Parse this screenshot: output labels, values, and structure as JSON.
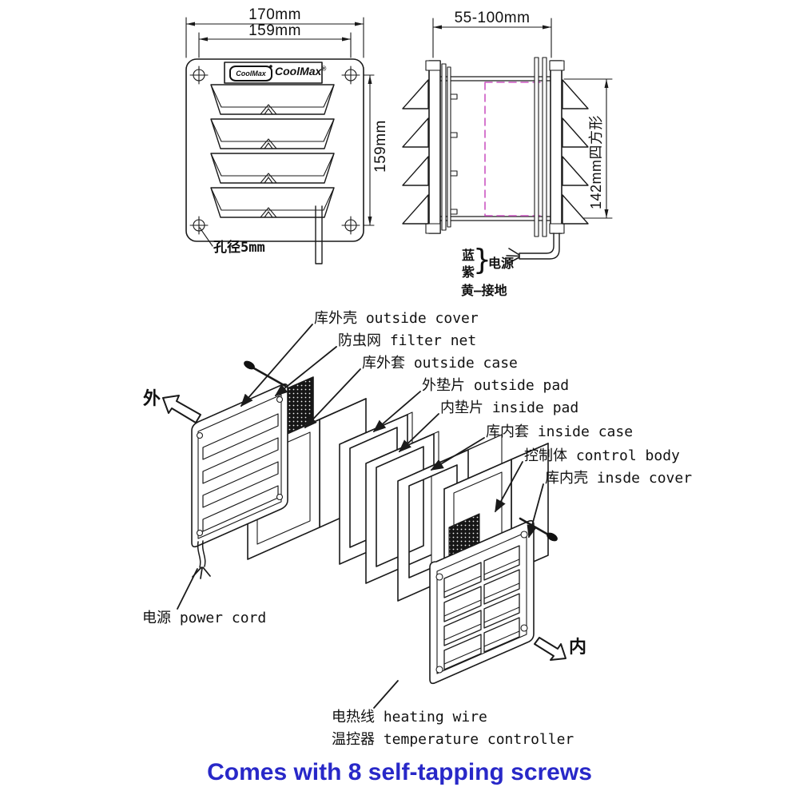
{
  "front_view": {
    "dim_width_outer": "170mm",
    "dim_width_inner": "159mm",
    "dim_height": "159mm",
    "hole_note": "孔径5mm",
    "logo_badge": "CoolMax",
    "logo_text": "CoolMax",
    "logo_reg": "®"
  },
  "side_view": {
    "dim_depth_range": "55-100mm",
    "dim_square": "142mm四方形",
    "wire_blue": "蓝",
    "wire_purple": "紫",
    "wire_brace": "}",
    "wire_power": "电源",
    "wire_ground": "黄—接地"
  },
  "exploded_view": {
    "arrow_out": "外",
    "arrow_in": "内",
    "part_labels": [
      "库外壳 outside cover",
      "防虫网 filter net",
      "库外套 outside case",
      "外垫片 outside pad",
      "内垫片 inside pad",
      "库内套 inside case",
      "控制体 control body",
      "库内壳 insde cover"
    ],
    "power_cord_label": "电源 power cord",
    "heating_wire_label": "电热线 heating wire",
    "temp_controller_label": "温控器 temperature controller"
  },
  "footer": {
    "note": "Comes with 8 self-tapping screws",
    "color": "#2828c8"
  }
}
